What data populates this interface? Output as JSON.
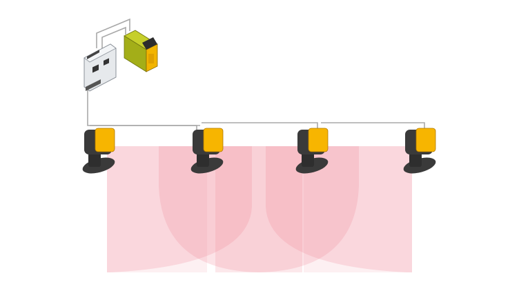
{
  "diagram": {
    "components": [
      {
        "type": "controller-module",
        "icon": "io-module-icon"
      },
      {
        "type": "safety-relay",
        "icon": "safety-relay-icon"
      },
      {
        "type": "radar-sensor",
        "icon": "radar-sensor-icon"
      },
      {
        "type": "radar-sensor",
        "icon": "radar-sensor-icon"
      },
      {
        "type": "radar-sensor",
        "icon": "radar-sensor-icon"
      },
      {
        "type": "radar-sensor",
        "icon": "radar-sensor-icon"
      }
    ],
    "sensor_count": 4,
    "colors": {
      "field": "#f08090",
      "sensor_body": "#3a3a3a",
      "sensor_face": "#f7b500",
      "relay": "#a8b418",
      "cable": "#a0a0a0",
      "module": "#e4e8ec"
    }
  }
}
